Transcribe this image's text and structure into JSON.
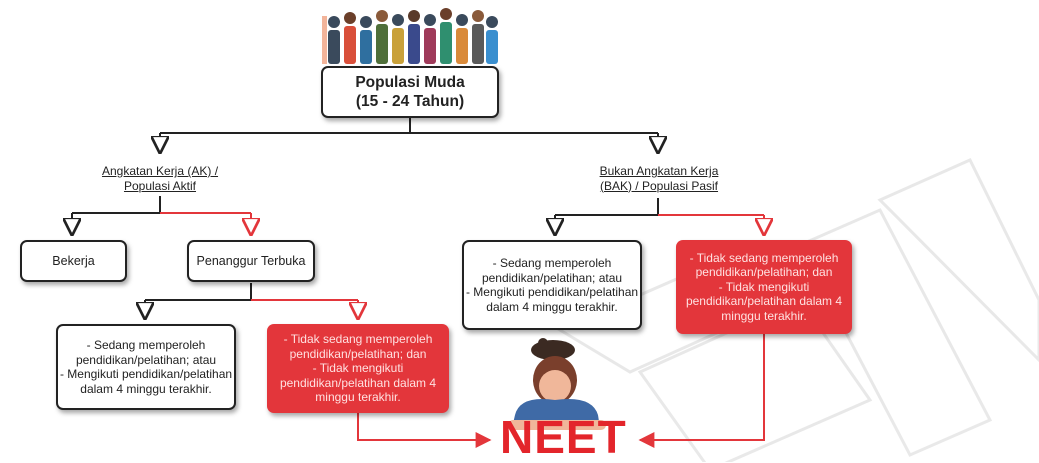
{
  "root": {
    "title": "Populasi Muda\n(15 - 24 Tahun)"
  },
  "branches": {
    "ak": "Angkatan Kerja (AK) /\nPopulasi Aktif",
    "bak": "Bukan Angkatan Kerja\n(BAK) / Populasi Pasif"
  },
  "ak": {
    "bekerja": "Bekerja",
    "penganggur": "Penanggur Terbuka"
  },
  "in_education": "- Sedang memperoleh\npendidikan/pelatihan; atau\n- Mengikuti pendidikan/pelatihan\ndalam 4 minggu terakhir.",
  "not_in_education": "- Tidak sedang memperoleh\npendidikan/pelatihan; dan\n- Tidak mengikuti\npendidikan/pelatihan dalam 4\nminggu terakhir.",
  "neet": "NEET",
  "colors": {
    "red": "#e3363b",
    "outline": "#222222",
    "neet": "#e3252b"
  }
}
